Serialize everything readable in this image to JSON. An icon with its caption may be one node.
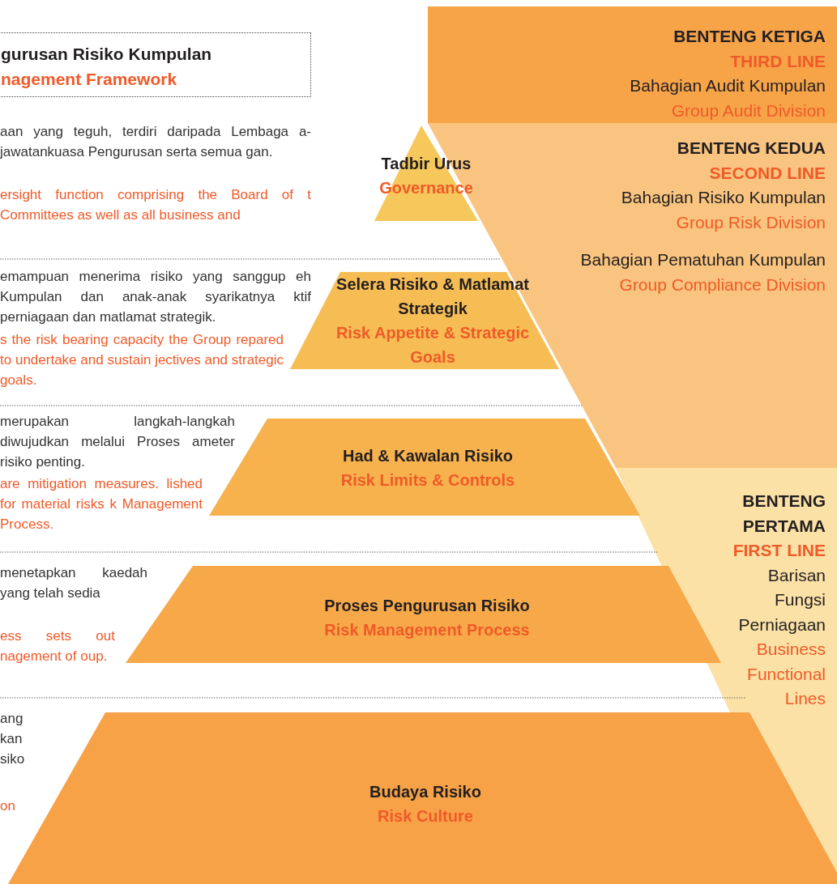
{
  "diagram": {
    "nodes": [
      {
        "text": [
          "gurusan Risiko Kumpulan",
          "nagement Framework"
        ]
      },
      {
        "text": [
          "BENTENG KETIGA",
          "THIRD LINE",
          "Bahagian Audit Kumpulan",
          "Group Audit Division"
        ]
      },
      {
        "text": [
          "Tadbir Urus",
          "Governance"
        ]
      },
      {
        "text": [
          "BENTENG KEDUA",
          "SECOND  LINE",
          "Bahagian Risiko Kumpulan",
          "Group Risk Division",
          "Bahagian Pematuhan Kumpulan",
          "Group Compliance Division"
        ]
      },
      {
        "text": [
          "Selera Risiko & Matlamat Strategik",
          "Risk Appetite & Strategic Goals"
        ]
      },
      {
        "text": [
          "Had & Kawalan Risiko",
          "Risk Limits & Controls"
        ]
      },
      {
        "text": [
          "BENTENG PERTAMA",
          "FIRST LINE",
          "Barisan Fungsi Perniagaan",
          "Business Functional Lines"
        ]
      },
      {
        "text": [
          "Proses Pengurusan Risiko",
          "Risk Management Process"
        ]
      },
      {
        "text": [
          "Budaya Risiko",
          "Risk Culture"
        ]
      }
    ],
    "labels": [
      "aan yang teguh, terdiri daripada Lembaga a-jawatankuasa Pengurusan serta semua gan.",
      "ersight function comprising the Board of t Committees as well as all business and",
      "emampuan menerima risiko yang sanggup eh Kumpulan dan anak-anak syarikatnya ktif perniagaan dan matlamat strategik.",
      "s the risk bearing capacity the Group repared to undertake and sustain jectives and strategic goals.",
      "merupakan langkah-langkah diwujudkan melalui Proses ameter risiko penting.",
      "are mitigation measures. lished for material risks k Management Process.",
      "menetapkan kaedah yang telah sedia",
      "ess sets out nagement of oup.",
      "ang kan siko",
      "on"
    ]
  }
}
